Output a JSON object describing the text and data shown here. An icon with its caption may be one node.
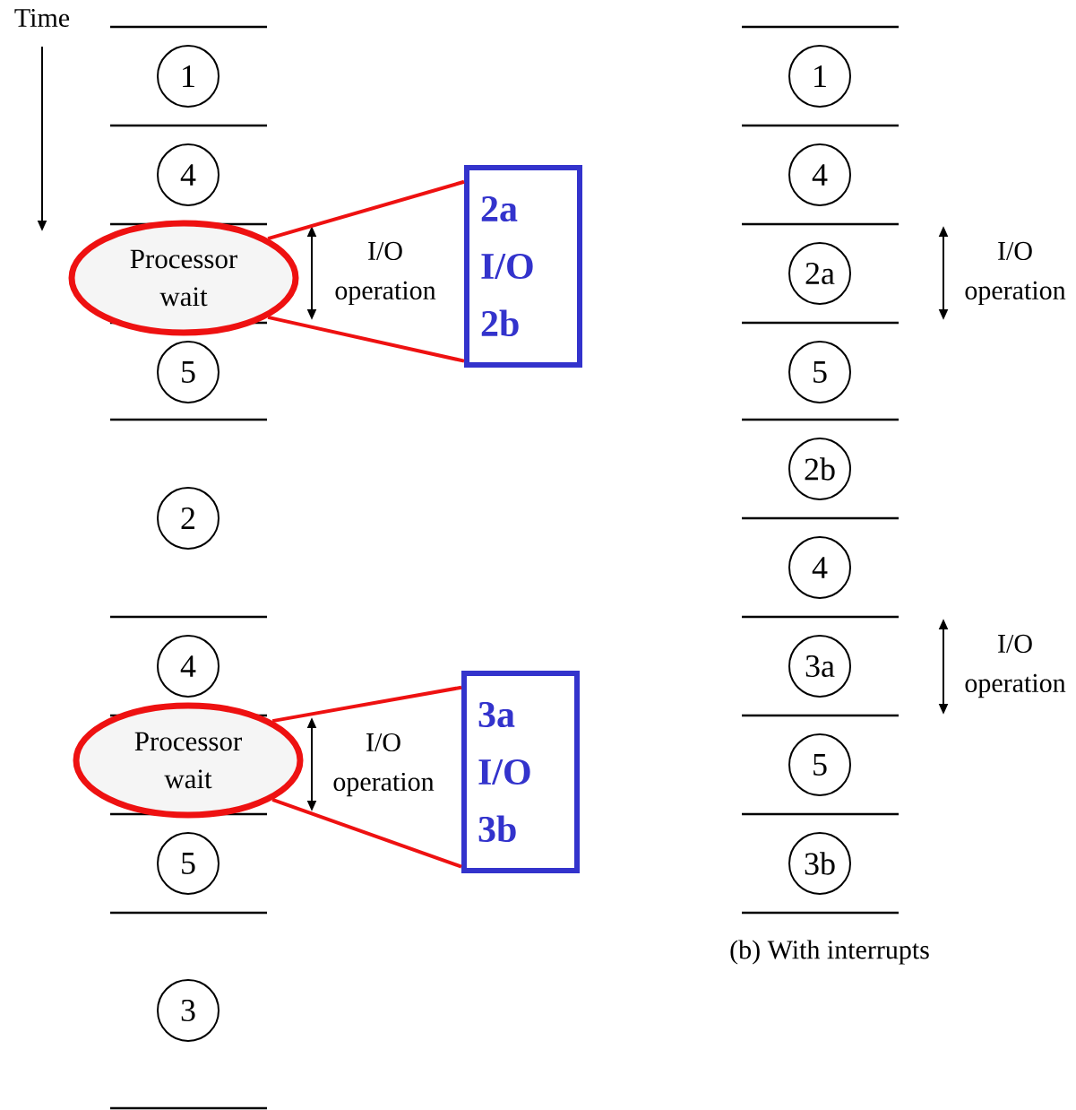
{
  "diagram": {
    "caption": "(b) With interrupts",
    "nodes": [
      {
        "text": [
          "1"
        ]
      },
      {
        "text": [
          "4"
        ]
      },
      {
        "text": [
          "Processor wait"
        ]
      },
      {
        "text": [
          "5"
        ]
      },
      {
        "text": [
          "2"
        ]
      },
      {
        "text": [
          "4"
        ]
      },
      {
        "text": [
          "Processor wait"
        ]
      },
      {
        "text": [
          "5"
        ]
      },
      {
        "text": [
          "3"
        ]
      },
      {
        "text": [
          "2a",
          "I/O",
          "2b"
        ]
      },
      {
        "text": [
          "3a",
          "I/O",
          "3b"
        ]
      },
      {
        "text": [
          "1"
        ]
      },
      {
        "text": [
          "4"
        ]
      },
      {
        "text": [
          "2a"
        ]
      },
      {
        "text": [
          "5"
        ]
      },
      {
        "text": [
          "2b"
        ]
      },
      {
        "text": [
          "4"
        ]
      },
      {
        "text": [
          "3a"
        ]
      },
      {
        "text": [
          "5"
        ]
      },
      {
        "text": [
          "3b"
        ]
      }
    ],
    "edges": [
      {
        "from": 2,
        "to": 9,
        "arrow": "none"
      },
      {
        "from": 2,
        "to": 9,
        "arrow": "none"
      },
      {
        "from": 6,
        "to": 10,
        "arrow": "none"
      },
      {
        "from": 6,
        "to": 10,
        "arrow": "none"
      }
    ],
    "labels": [
      "Time",
      "I/O operation",
      "I/O operation",
      "I/O operation",
      "I/O operation"
    ]
  }
}
